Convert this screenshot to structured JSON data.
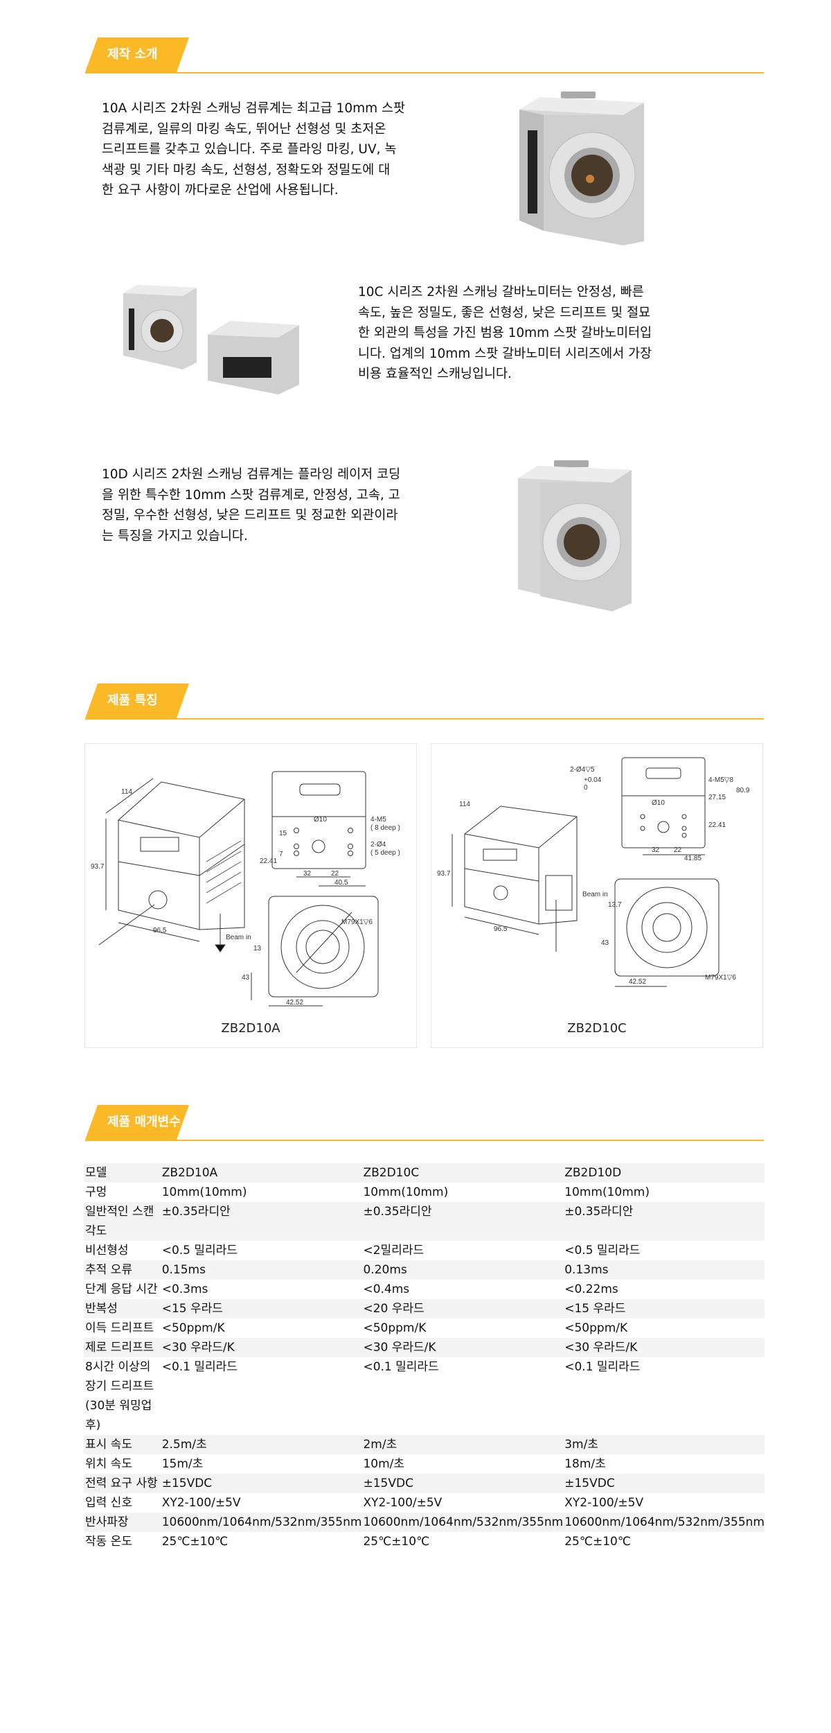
{
  "sections": {
    "intro": "제작 소개",
    "features": "제품 특징",
    "params": "제품 매개변수"
  },
  "intro": [
    {
      "lines": [
        "10A 시리즈 2차원 스캐닝 검류계는 최고급 10mm 스팟",
        "검류계로, 일류의 마킹 속도, 뛰어난 선형성 및 초저온",
        "드리프트를 갖추고 있습니다. 주로 플라잉 마킹, UV, 녹",
        "색광 및 기타 마킹 속도, 선형성, 정확도와 정밀도에 대",
        "한 요구 사항이 까다로운 산업에 사용됩니다."
      ]
    },
    {
      "lines": [
        "10C 시리즈 2차원 스캐닝 갈바노미터는 안정성, 빠른",
        "속도, 높은 정밀도, 좋은 선형성, 낮은 드리프트 및 절묘",
        "한 외관의 특성을 가진 범용 10mm 스팟 갈바노미터입",
        "니다. 업계의 10mm 스팟 갈바노미터 시리즈에서 가장",
        "비용 효율적인 스캐닝입니다."
      ]
    },
    {
      "lines": [
        "10D 시리즈 2차원 스캐닝 검류계는 플라잉 레이저 코딩",
        "을 위한 특수한 10mm 스팟 검류계로, 안정성, 고속, 고",
        "정밀, 우수한 선형성, 낮은 드리프트 및 정교한 외관이라",
        "는 특징을 가지고 있습니다."
      ]
    }
  ],
  "diagrams": [
    {
      "label": "ZB2D10A",
      "dims": [
        "114",
        "93.7",
        "96.5",
        "4-M5",
        "( 8 deep )",
        "2-Ø4",
        "( 5 deep )",
        "15",
        "7",
        "22.41",
        "32",
        "22",
        "40.5",
        "Ø10",
        "Beam in",
        "13",
        "43",
        "42.52",
        "M79X1▽6"
      ]
    },
    {
      "label": "ZB2D10C",
      "dims": [
        "114",
        "93.7",
        "96.5",
        "2-Ø4▽5",
        "4-M5▽8",
        "+0.04",
        "0",
        "Ø10",
        "32",
        "22",
        "41.85",
        "27.15",
        "22.41",
        "80.9",
        "Beam in",
        "13.7",
        "43",
        "42.52",
        "M79X1▽6"
      ]
    }
  ],
  "table": {
    "rows": [
      [
        "모델",
        "ZB2D10A",
        "ZB2D10C",
        "ZB2D10D"
      ],
      [
        "구멍",
        "10mm(10mm)",
        "10mm(10mm)",
        "10mm(10mm)"
      ],
      [
        "일반적인 스캔 각도",
        "±0.35라디안",
        "±0.35라디안",
        "±0.35라디안"
      ],
      [
        "비선형성",
        "<0.5 밀리라드",
        "<2밀리라드",
        "<0.5 밀리라드"
      ],
      [
        "추적 오류",
        "0.15ms",
        "0.20ms",
        "0.13ms"
      ],
      [
        "단계 응답 시간",
        "<0.3ms",
        "<0.4ms",
        "<0.22ms"
      ],
      [
        "반복성",
        "<15 우라드",
        "<20 우라드",
        "<15 우라드"
      ],
      [
        "이득 드리프트",
        "<50ppm/K",
        "<50ppm/K",
        "<50ppm/K"
      ],
      [
        "제로 드리프트",
        "<30 우라드/K",
        "<30 우라드/K",
        "<30 우라드/K"
      ],
      [
        "8시간 이상의 장기 드리프트(30분 워밍업 후)",
        "<0.1 밀리라드",
        "<0.1 밀리라드",
        "<0.1 밀리라드"
      ],
      [
        "표시 속도",
        "2.5m/초",
        "2m/초",
        "3m/초"
      ],
      [
        "위치 속도",
        "15m/초",
        "10m/초",
        "18m/초"
      ],
      [
        "전력 요구 사항",
        "±15VDC",
        "±15VDC",
        "±15VDC"
      ],
      [
        "입력 신호",
        "XY2-100/±5V",
        "XY2-100/±5V",
        "XY2-100/±5V"
      ],
      [
        "반사파장",
        "10600nm/1064nm/532nm/355nm",
        "10600nm/1064nm/532nm/355nm",
        "10600nm/1064nm/532nm/355nm"
      ],
      [
        "작동 온도",
        "25℃±10℃",
        "25℃±10℃",
        "25℃±10℃"
      ]
    ]
  },
  "colors": {
    "accent": "#fbb928"
  }
}
